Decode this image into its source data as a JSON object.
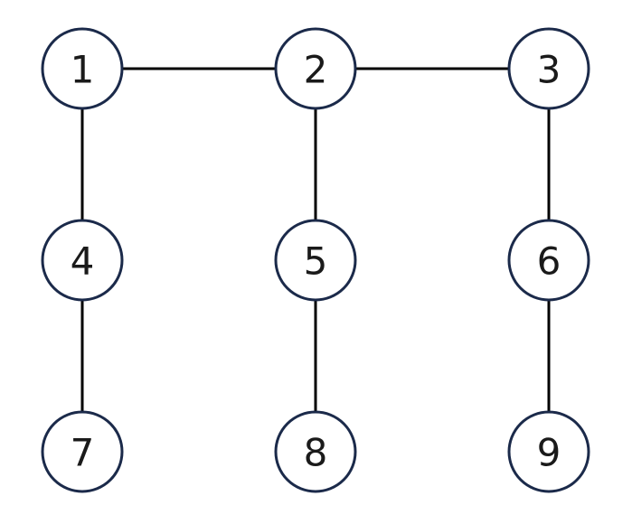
{
  "diagram": {
    "type": "graph",
    "colors": {
      "edge": "#000000",
      "node_border": "#1b2a4a",
      "node_fill": "#ffffff",
      "label": "#1a1a1a"
    },
    "nodes": [
      {
        "id": "1",
        "label": "1"
      },
      {
        "id": "2",
        "label": "2"
      },
      {
        "id": "3",
        "label": "3"
      },
      {
        "id": "4",
        "label": "4"
      },
      {
        "id": "5",
        "label": "5"
      },
      {
        "id": "6",
        "label": "6"
      },
      {
        "id": "7",
        "label": "7"
      },
      {
        "id": "8",
        "label": "8"
      },
      {
        "id": "9",
        "label": "9"
      }
    ],
    "edges": [
      {
        "from": "1",
        "to": "2"
      },
      {
        "from": "2",
        "to": "3"
      },
      {
        "from": "1",
        "to": "4"
      },
      {
        "from": "2",
        "to": "5"
      },
      {
        "from": "3",
        "to": "6"
      },
      {
        "from": "4",
        "to": "7"
      },
      {
        "from": "5",
        "to": "8"
      },
      {
        "from": "6",
        "to": "9"
      }
    ]
  }
}
